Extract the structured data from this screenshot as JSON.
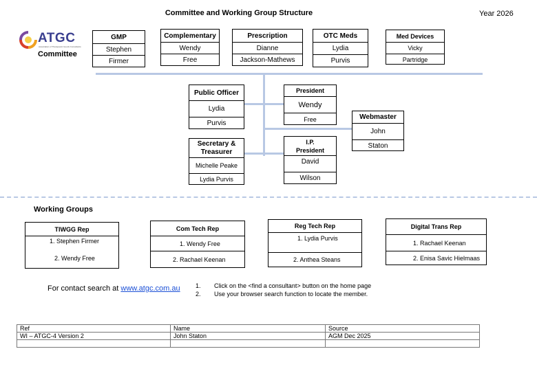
{
  "header": {
    "title": "Committee and Working  Group Structure",
    "year": "Year 2026"
  },
  "logo": {
    "text": "ATGC",
    "tagline": "Association of Therapeutic Goods Consultants",
    "committee_label": "Committee"
  },
  "committee_top": [
    {
      "title": "GMP",
      "first": "Stephen",
      "last": "Firmer"
    },
    {
      "title": "Complementary",
      "first": "Wendy",
      "last": "Free"
    },
    {
      "title": "Prescription",
      "first": "Dianne",
      "last": "Jackson-Mathews"
    },
    {
      "title": "OTC Meds",
      "first": "Lydia",
      "last": "Purvis"
    },
    {
      "title": "Med Devices",
      "first": "Vicky",
      "last": "Partridge"
    }
  ],
  "officers": {
    "public_officer": {
      "title": "Public Officer",
      "first": "Lydia",
      "last": "Purvis"
    },
    "secretary": {
      "title": "Secretary & Treasurer",
      "first": "Michelle Peake",
      "last": "Lydia Purvis"
    },
    "president": {
      "title": "President",
      "first": "Wendy",
      "last": "Free"
    },
    "ip_president": {
      "title": "I.P. President",
      "first": "David",
      "last": "Wilson"
    },
    "webmaster": {
      "title": "Webmaster",
      "first": "John",
      "last": "Staton"
    }
  },
  "working_groups": {
    "heading": "Working Groups",
    "groups": [
      {
        "title": "TIWGG Rep",
        "members": [
          "1. Stephen Firmer",
          "2. Wendy Free"
        ]
      },
      {
        "title": "Com Tech Rep",
        "members": [
          "1. Wendy Free",
          "2. Rachael Keenan"
        ]
      },
      {
        "title": "Reg Tech Rep",
        "members": [
          "1. Lydia Purvis",
          "2. Anthea Steans"
        ]
      },
      {
        "title": "Digital Trans Rep",
        "members": [
          "1. Rachael Keenan",
          "2. Enisa Savic Hielmaas"
        ]
      }
    ]
  },
  "contact": {
    "prefix": "For contact search at ",
    "link": "www.atgc.com.au",
    "steps": [
      {
        "num": "1.",
        "text": "Click on the <find a consultant> button on the home page"
      },
      {
        "num": "2.",
        "text": "Use your browser search function to locate the member."
      }
    ]
  },
  "reference": {
    "headers": [
      "Ref",
      "Name",
      "Source"
    ],
    "values": [
      "WI – ATGC-4 Version 2",
      "John Staton",
      "AGM Dec 2025"
    ]
  },
  "colors": {
    "connector": "#b8c8e4",
    "link": "#1a4fd6",
    "logo_text": "#3a3f8f"
  }
}
